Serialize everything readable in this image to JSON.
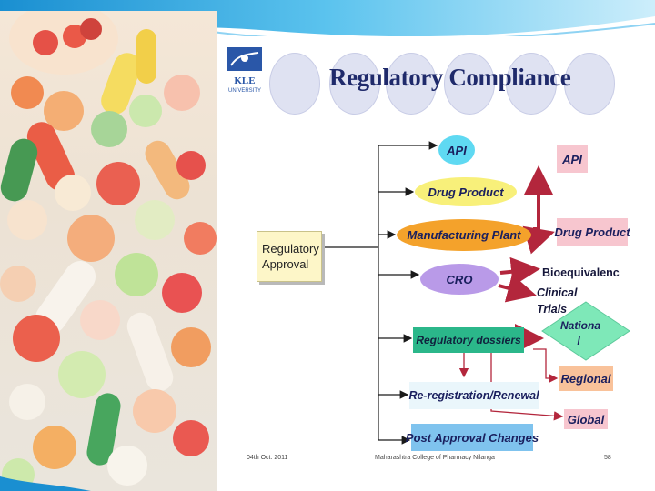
{
  "slide": {
    "title": "Regulatory Compliance",
    "logo": {
      "line1": "KLE",
      "line2": "UNIVERSITY"
    }
  },
  "diagram": {
    "source": "Regulatory Approval",
    "source_lines": [
      "Regulatory",
      "Approval"
    ],
    "branches": {
      "api": "API",
      "drug_product": "Drug Product",
      "manufacturing_plant": "Manufacturing Plant",
      "cro": "CRO",
      "regulatory_dossiers": "Regulatory dossiers",
      "re_registration": "Re-registration/Renewal",
      "post_approval": "Post Approval Changes"
    },
    "plant_outputs": {
      "api": "API",
      "drug_product": "Drug Product"
    },
    "cro_outputs": {
      "bioequivalence": "Bioequivalenc",
      "clinical_trials_lines": [
        "Clinical",
        "Trials"
      ]
    },
    "dossier_outputs": {
      "national_lines": [
        "Nationa",
        "l"
      ],
      "regional": "Regional",
      "global": "Global"
    }
  },
  "footer": {
    "date": "04th Oct. 2011",
    "college": "Maharashtra College of Pharmacy Nilanga",
    "page": "58"
  },
  "colors": {
    "title": "#1f2a6b",
    "arrow": "#b3263c",
    "api": "#5fd9f2",
    "drug_product": "#f8f07a",
    "manufacturing_plant": "#f4a22b",
    "cro": "#b99ae8",
    "dossiers": "#2bb78a",
    "post_approval": "#7fc3ee"
  }
}
